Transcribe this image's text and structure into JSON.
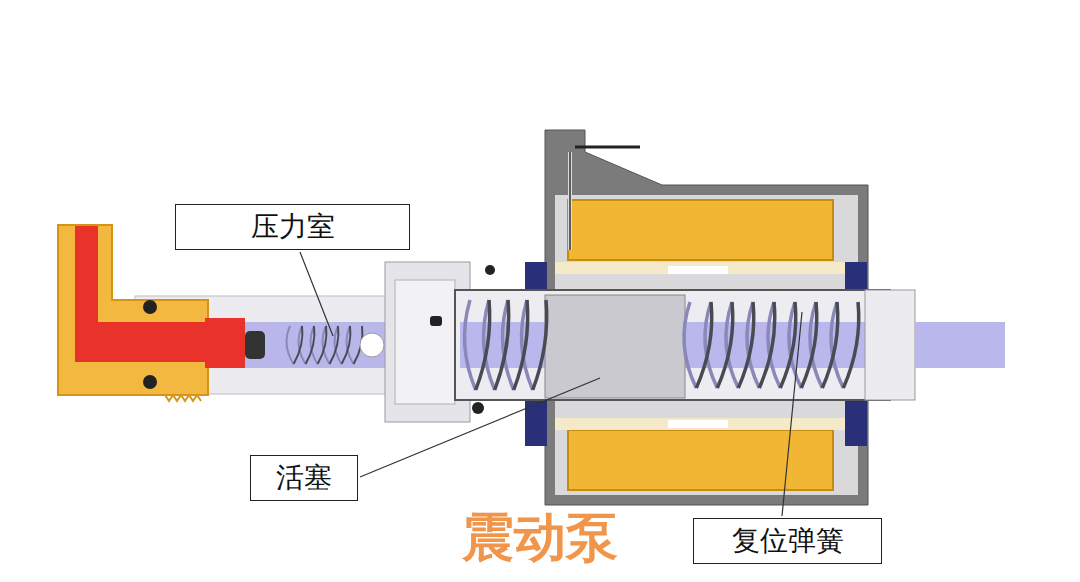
{
  "diagram": {
    "title": "震动泵",
    "nodes": [
      {
        "text": [
          "压力室"
        ]
      },
      {
        "text": [
          "活塞"
        ]
      },
      {
        "text": [
          "复位弹簧"
        ]
      }
    ]
  }
}
